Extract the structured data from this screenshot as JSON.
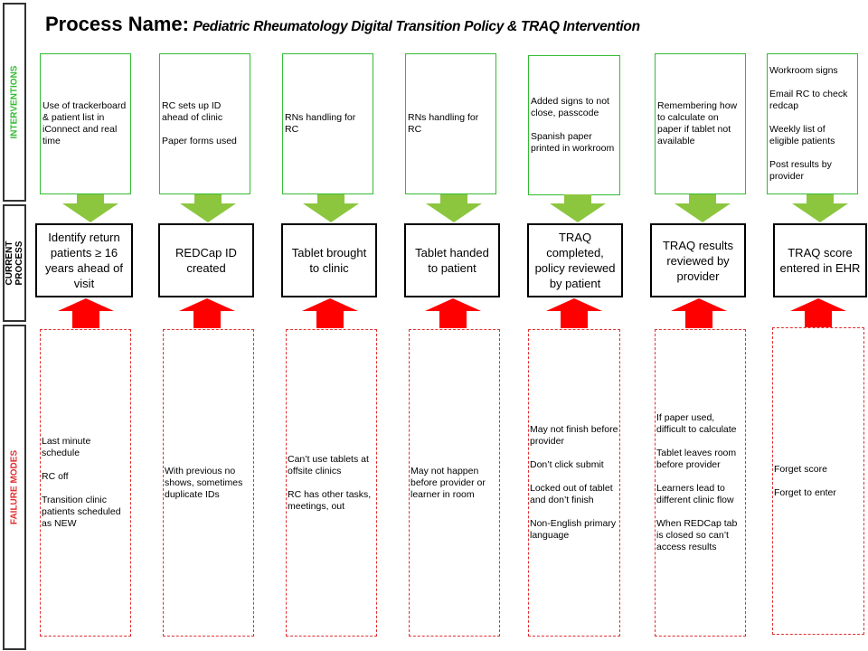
{
  "title": {
    "label": "Process Name:",
    "name": "Pediatric Rheumatology Digital Transition Policy & TRAQ Intervention"
  },
  "side_labels": {
    "interventions": "INTERVENTIONS",
    "current_process": "CURRENT\nPROCESS",
    "failure_modes": "FAILURE MODES"
  },
  "colors": {
    "interventions": "#33bb33",
    "failure_modes": "#e03030",
    "green_arrow": "#8cc63f",
    "red_arrow": "#ff0000"
  },
  "columns": [
    {
      "intervention": "Use of trackerboard & patient list in iConnect and real time",
      "step": "Identify return patients ≥ 16 years ahead of visit",
      "failure": "Last minute schedule\n\nRC off\n\nTransition clinic patients scheduled as NEW"
    },
    {
      "intervention": "RC sets up ID ahead of clinic\n\nPaper forms used",
      "step": "REDCap ID created",
      "failure": "With previous no shows, sometimes duplicate IDs"
    },
    {
      "intervention": "RNs handling for RC",
      "step": "Tablet brought to clinic",
      "failure": "Can’t use tablets at offsite clinics\n\nRC has other tasks, meetings, out"
    },
    {
      "intervention": "RNs handling for RC",
      "step": "Tablet handed to patient",
      "failure": "May not happen before provider or learner in room"
    },
    {
      "intervention": "Added signs to not close, passcode\n\nSpanish paper printed in workroom",
      "step": "TRAQ completed, policy reviewed by patient",
      "failure": "May not finish before provider\n\nDon’t click submit\n\nLocked out of tablet and don’t finish\n\nNon-English primary language"
    },
    {
      "intervention": "Remembering how to calculate on paper if tablet not available",
      "step": "TRAQ results reviewed by provider",
      "failure": "If paper used, difficult to calculate\n\nTablet leaves room before provider\n\nLearners lead to different clinic flow\n\nWhen REDCap tab is closed so can’t access results"
    },
    {
      "intervention": "Workroom signs\n\nEmail RC to check redcap\n\nWeekly list of eligible patients\n\nPost results by provider",
      "step": "TRAQ score entered in EHR",
      "failure": "Forget score\n\nForget to enter"
    }
  ]
}
